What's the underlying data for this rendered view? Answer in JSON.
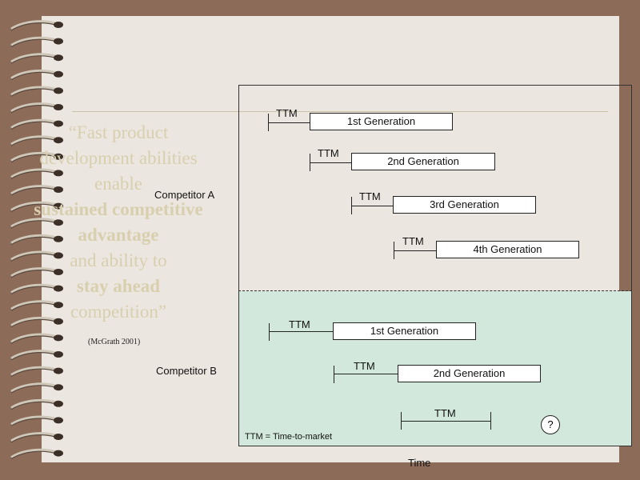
{
  "quote": {
    "line1": "“Fast product",
    "line2": "development abilities",
    "line3": "enable",
    "line4": "sustained competitive",
    "line5": "advantage",
    "line6": "and ability to",
    "line7": "stay ahead",
    "line8": "competition”",
    "citation": "(McGrath 2001)"
  },
  "diagram": {
    "competitor_a": "Competitor A",
    "competitor_b": "Competitor B",
    "ttm_label": "TTM",
    "a_generations": [
      "1st Generation",
      "2nd Generation",
      "3rd Generation",
      "4th Generation"
    ],
    "b_generations": [
      "1st Generation",
      "2nd Generation"
    ],
    "legend": "TTM = Time-to-market",
    "unknown": "?",
    "x_axis": "Time"
  },
  "colors": {
    "background": "#8c6b58",
    "page": "#ece6e1",
    "zone_b": "#d2e8dc",
    "quote_text": "#d8cfae"
  }
}
